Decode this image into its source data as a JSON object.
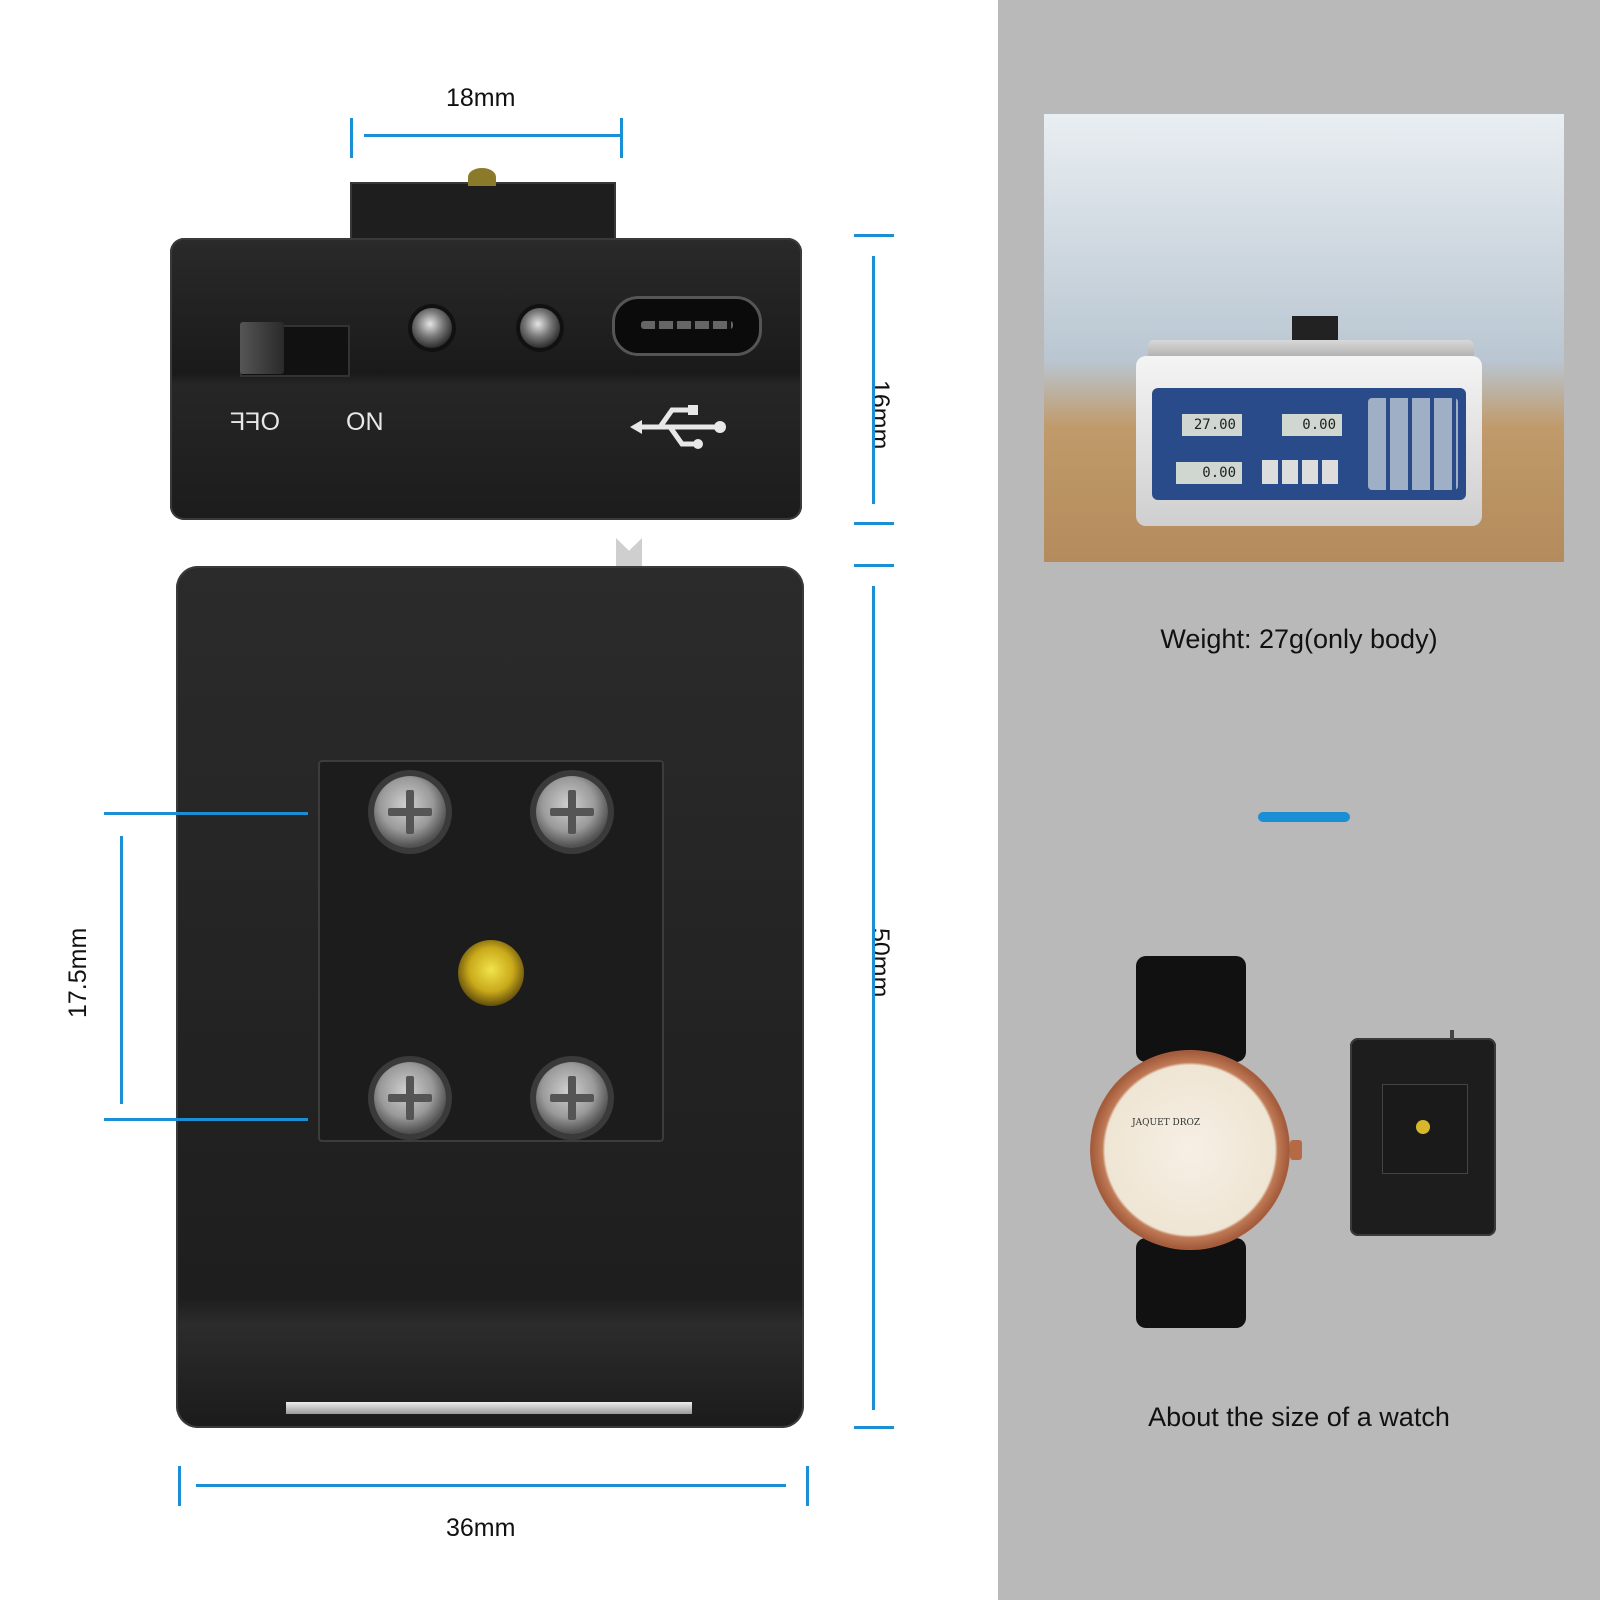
{
  "dimensions": {
    "width_top": "18mm",
    "height_top": "16mm",
    "screw_spacing": "17.5mm",
    "height_body": "50mm",
    "width_body": "36mm"
  },
  "ports": {
    "off_label": "OFF",
    "on_label": "ON",
    "usb_icon": "usb-icon"
  },
  "scale_display": {
    "weight": "27.00",
    "unit_price": "0.00",
    "total_price": "0.00"
  },
  "watch_brand": "JAQUET DROZ",
  "captions": {
    "weight": "Weight: 27g(only body)",
    "size": "About the size of a watch"
  },
  "colors": {
    "accent": "#1a8fd6",
    "panel_bg": "#b9b9b9"
  }
}
